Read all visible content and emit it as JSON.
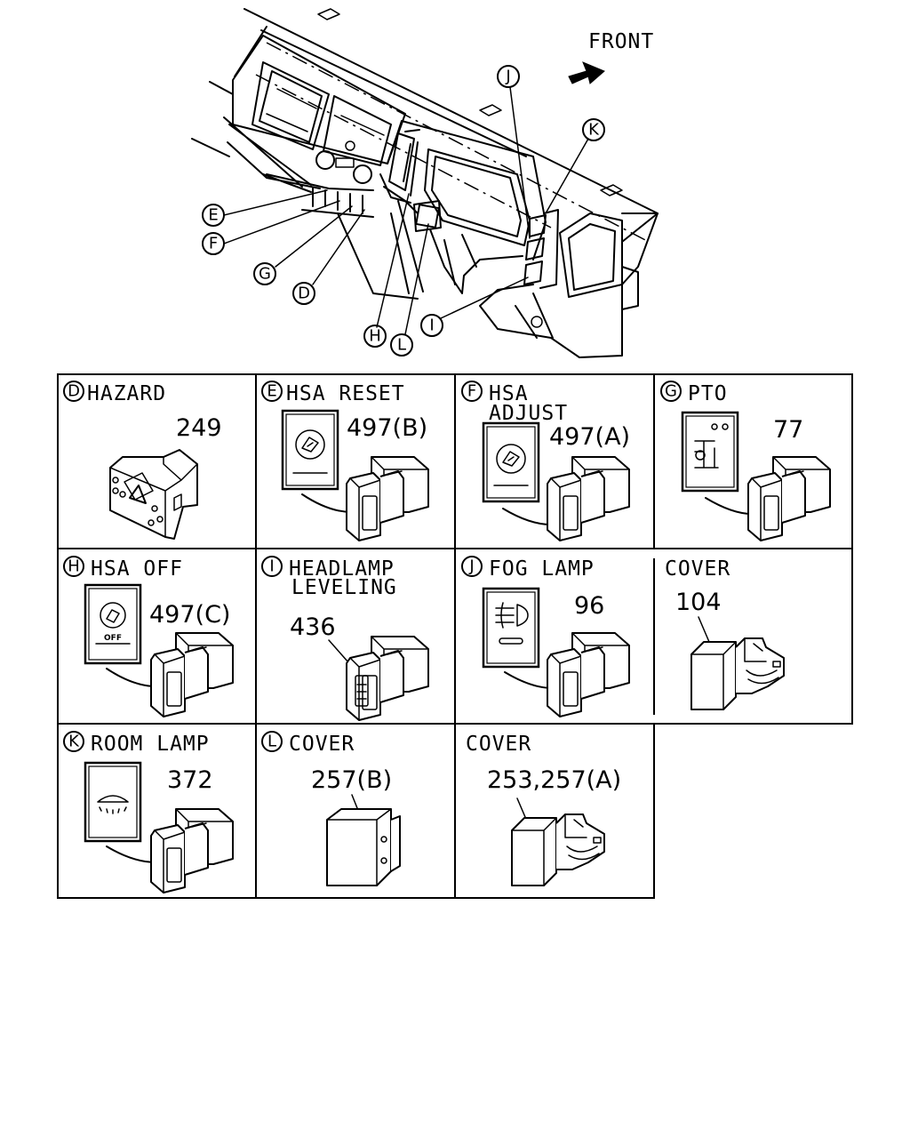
{
  "front_label": "FRONT",
  "callout_letters": {
    "d": "D",
    "e": "E",
    "f": "F",
    "g": "G",
    "h": "H",
    "i": "I",
    "j": "J",
    "k": "K",
    "l": "L"
  },
  "cells": {
    "hazard": {
      "letter": "D",
      "title": "HAZARD",
      "part_no": "249"
    },
    "hsa_reset": {
      "letter": "E",
      "title": "HSA RESET",
      "part_no": "497(B)"
    },
    "hsa_adjust": {
      "letter": "F",
      "title_line1": "HSA",
      "title_line2": "ADJUST",
      "part_no": "497(A)"
    },
    "pto": {
      "letter": "G",
      "title": "PTO",
      "part_no": "77"
    },
    "hsa_off": {
      "letter": "H",
      "title": "HSA OFF",
      "part_no": "497(C)",
      "icon_text": "OFF"
    },
    "headlamp_leveling": {
      "letter": "I",
      "title_line1": "HEADLAMP",
      "title_line2": "LEVELING",
      "part_no": "436"
    },
    "fog_lamp": {
      "letter": "J",
      "title": "FOG LAMP",
      "part_no": "96"
    },
    "cover_104": {
      "title": "COVER",
      "part_no": "104"
    },
    "room_lamp": {
      "letter": "K",
      "title": "ROOM LAMP",
      "part_no": "372"
    },
    "cover_257b": {
      "letter": "L",
      "title": "COVER",
      "part_no": "257(B)"
    },
    "cover_253": {
      "title": "COVER",
      "part_no": "253,257(A)"
    }
  }
}
